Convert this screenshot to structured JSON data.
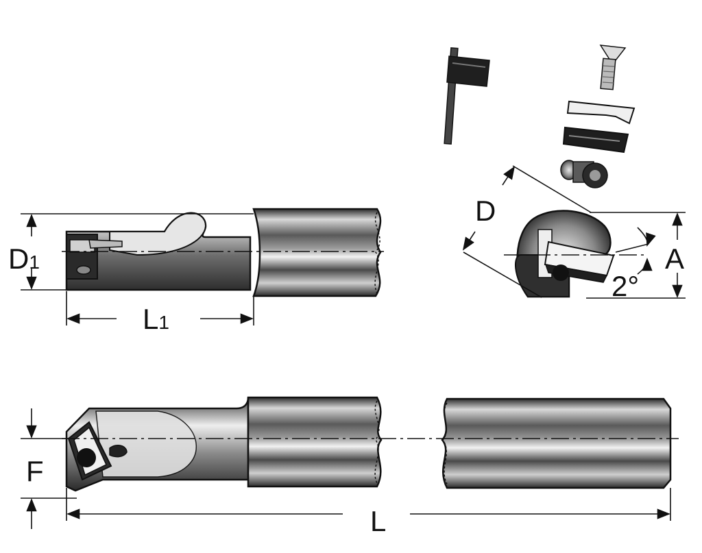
{
  "dimensions": {
    "d1": "D",
    "d1_sub": "1",
    "l1": "L",
    "l1_sub": "1",
    "d": "D",
    "a": "A",
    "angle": "2°",
    "f": "F",
    "l": "L"
  },
  "colors": {
    "ink": "#111111",
    "dark": "#2a2a2a",
    "highlight": "#f2f2f2"
  }
}
